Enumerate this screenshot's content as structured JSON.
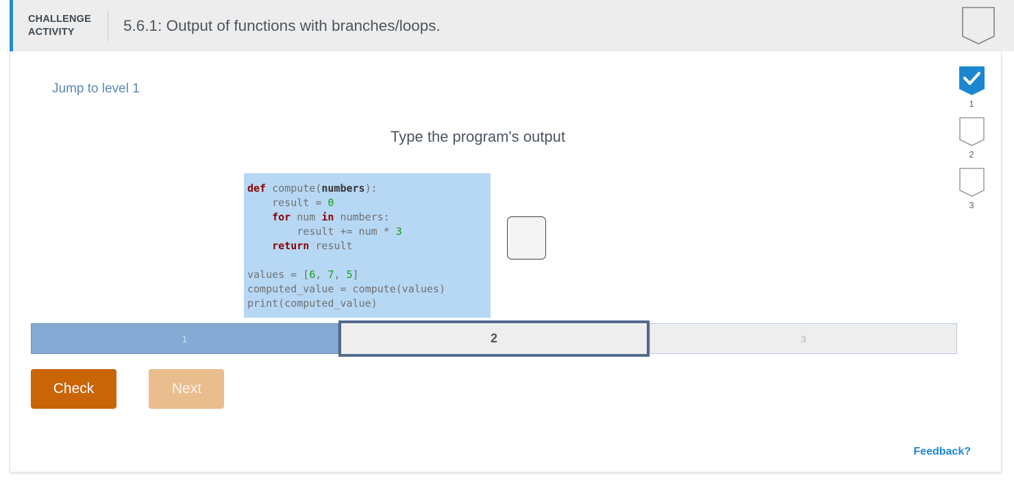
{
  "header": {
    "challenge_label": "CHALLENGE\nACTIVITY",
    "title": "5.6.1: Output of functions with branches/loops.",
    "accent_color": "#1f8fd4",
    "background_color": "#ededed",
    "shield_icon": "shield-badge-empty-icon"
  },
  "main": {
    "jump_link": "Jump to level 1",
    "prompt_title": "Type the program's output",
    "code": {
      "background_color": "#b7d8f4",
      "keyword_color": "#8b0000",
      "number_color": "#11a011",
      "text_color": "#707070",
      "lines": [
        [
          {
            "t": "def",
            "c": "kw"
          },
          {
            "t": " compute(",
            "c": "plain"
          },
          {
            "t": "numbers",
            "c": "fnarg"
          },
          {
            "t": "):",
            "c": "plain"
          }
        ],
        [
          {
            "t": "    result = ",
            "c": "plain"
          },
          {
            "t": "0",
            "c": "num"
          }
        ],
        [
          {
            "t": "    ",
            "c": "plain"
          },
          {
            "t": "for",
            "c": "kw"
          },
          {
            "t": " num ",
            "c": "plain"
          },
          {
            "t": "in",
            "c": "kw"
          },
          {
            "t": " numbers:",
            "c": "plain"
          }
        ],
        [
          {
            "t": "        result += num * ",
            "c": "plain"
          },
          {
            "t": "3",
            "c": "num"
          }
        ],
        [
          {
            "t": "    ",
            "c": "plain"
          },
          {
            "t": "return",
            "c": "kw"
          },
          {
            "t": " result",
            "c": "plain"
          }
        ],
        [
          {
            "t": "",
            "c": "plain"
          }
        ],
        [
          {
            "t": "values = [",
            "c": "plain"
          },
          {
            "t": "6",
            "c": "num"
          },
          {
            "t": ", ",
            "c": "plain"
          },
          {
            "t": "7",
            "c": "num"
          },
          {
            "t": ", ",
            "c": "plain"
          },
          {
            "t": "5",
            "c": "num"
          },
          {
            "t": "]",
            "c": "plain"
          }
        ],
        [
          {
            "t": "computed_value = compute(values)",
            "c": "plain"
          }
        ],
        [
          {
            "t": "print(computed_value)",
            "c": "plain"
          }
        ]
      ]
    },
    "answer_input": {
      "value": "",
      "placeholder": ""
    }
  },
  "progress": {
    "segments": [
      {
        "label": "1",
        "state": "done"
      },
      {
        "label": "2",
        "state": "current"
      },
      {
        "label": "3",
        "state": "todo"
      }
    ],
    "done_color": "#85abd4",
    "current_border_color": "#52688c",
    "todo_color": "#eeeeee"
  },
  "buttons": {
    "check_label": "Check",
    "check_color": "#c96407",
    "next_label": "Next",
    "next_color": "#e9bd8d"
  },
  "footer": {
    "feedback_label": "Feedback?",
    "feedback_color": "#1b87d1"
  },
  "rail": {
    "items": [
      {
        "number": "1",
        "state": "checked",
        "icon": "shield-check-icon"
      },
      {
        "number": "2",
        "state": "empty",
        "icon": "shield-badge-empty-icon"
      },
      {
        "number": "3",
        "state": "empty",
        "icon": "shield-badge-empty-icon"
      }
    ],
    "checked_color": "#1b87d1"
  }
}
